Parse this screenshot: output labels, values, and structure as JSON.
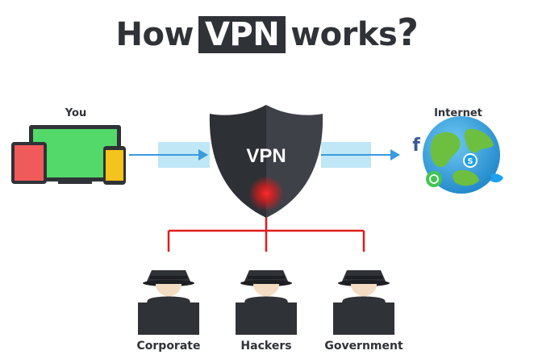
{
  "title": {
    "prefix": "How",
    "highlight": "VPN",
    "suffix": "works",
    "mark": "?"
  },
  "labels": {
    "you": "You",
    "internet": "Internet",
    "vpn": "VPN"
  },
  "observers": [
    {
      "label": "Corporate"
    },
    {
      "label": "Hackers"
    },
    {
      "label": "Government"
    }
  ],
  "icons": [
    "devices-icon",
    "shield-icon",
    "globe-icon",
    "facebook-icon",
    "whatsapp-icon",
    "skype-icon",
    "twitter-icon",
    "spy-icon"
  ],
  "colors": {
    "text": "#2f3237",
    "arrow": "#3a9ae0",
    "tunnel": "#bfe7f5",
    "shield": "#3a3d42",
    "leak": "#e01c1c",
    "screen_green": "#53d86a",
    "tablet_red": "#f05a5a",
    "phone_yellow": "#f6c21c"
  }
}
